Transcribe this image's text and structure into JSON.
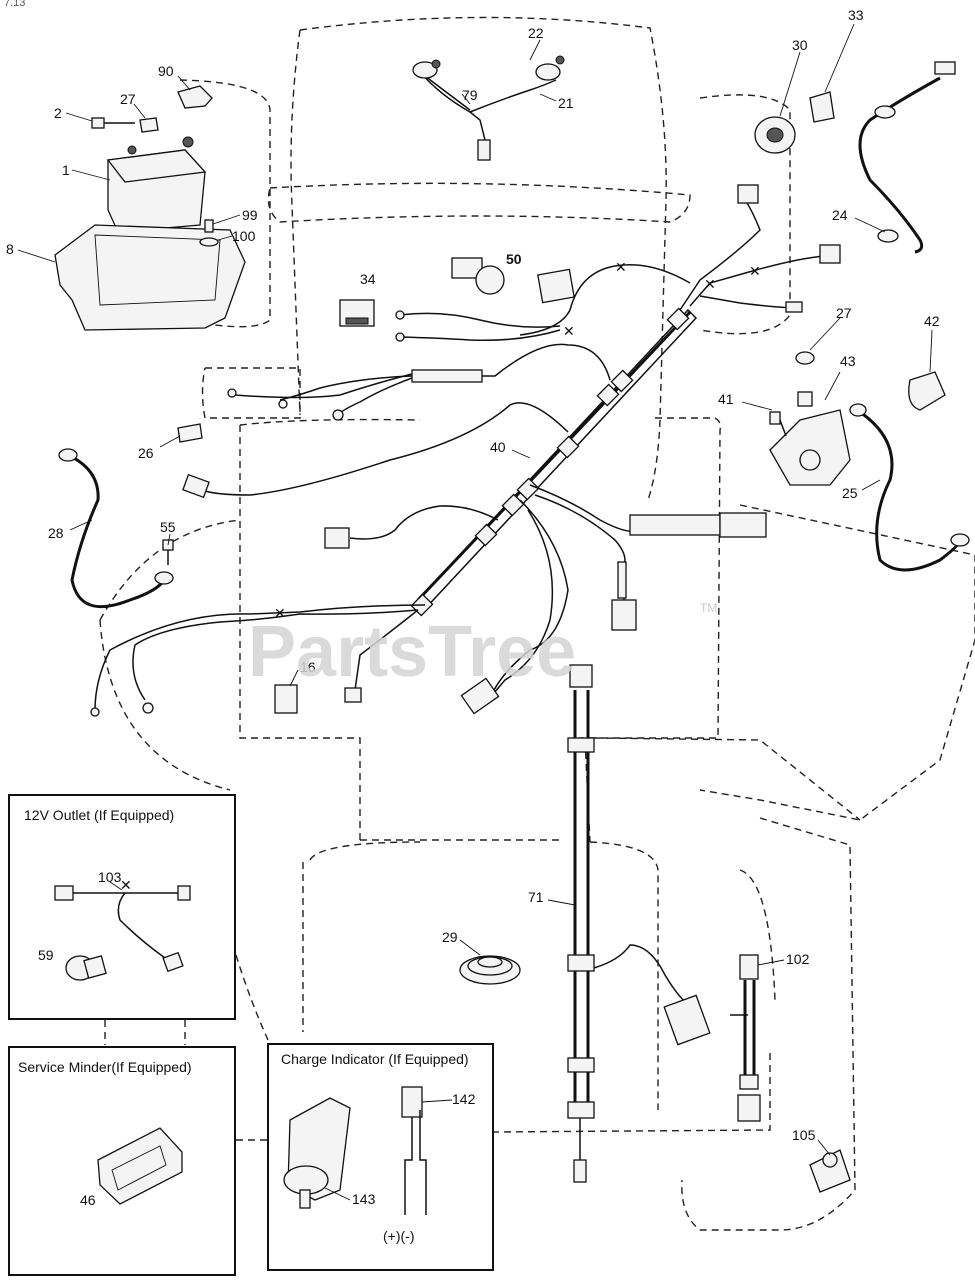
{
  "diagram": {
    "corner_text": "7.13",
    "watermark": "PartsTree",
    "watermark_mark": "TM",
    "part_labels": [
      {
        "id": "p90",
        "text": "90"
      },
      {
        "id": "p2",
        "text": "2"
      },
      {
        "id": "p27a",
        "text": "27"
      },
      {
        "id": "p1",
        "text": "1"
      },
      {
        "id": "p8",
        "text": "8"
      },
      {
        "id": "p99",
        "text": "99"
      },
      {
        "id": "p100",
        "text": "100"
      },
      {
        "id": "p22",
        "text": "22"
      },
      {
        "id": "p79",
        "text": "79"
      },
      {
        "id": "p21",
        "text": "21"
      },
      {
        "id": "p33",
        "text": "33"
      },
      {
        "id": "p30",
        "text": "30"
      },
      {
        "id": "p24",
        "text": "24"
      },
      {
        "id": "p50",
        "text": "50"
      },
      {
        "id": "p34",
        "text": "34"
      },
      {
        "id": "p27b",
        "text": "27"
      },
      {
        "id": "p42",
        "text": "42"
      },
      {
        "id": "p43",
        "text": "43"
      },
      {
        "id": "p41",
        "text": "41"
      },
      {
        "id": "p26",
        "text": "26"
      },
      {
        "id": "p40",
        "text": "40"
      },
      {
        "id": "p25",
        "text": "25"
      },
      {
        "id": "p28",
        "text": "28"
      },
      {
        "id": "p55",
        "text": "55"
      },
      {
        "id": "p16",
        "text": "16"
      },
      {
        "id": "p71",
        "text": "71"
      },
      {
        "id": "p29",
        "text": "29"
      },
      {
        "id": "p102",
        "text": "102"
      },
      {
        "id": "p105",
        "text": "105"
      }
    ],
    "insets": {
      "outlet": {
        "title": "12V Outlet (If Equipped)",
        "labels": [
          {
            "text": "103"
          },
          {
            "text": "59"
          }
        ]
      },
      "service": {
        "title": "Service Minder(If Equipped)",
        "labels": [
          {
            "text": "46"
          }
        ]
      },
      "charge": {
        "title": "Charge Indicator (If Equipped)",
        "labels": [
          {
            "text": "142"
          },
          {
            "text": "143"
          }
        ],
        "terminals": "(+)(-)"
      }
    }
  }
}
